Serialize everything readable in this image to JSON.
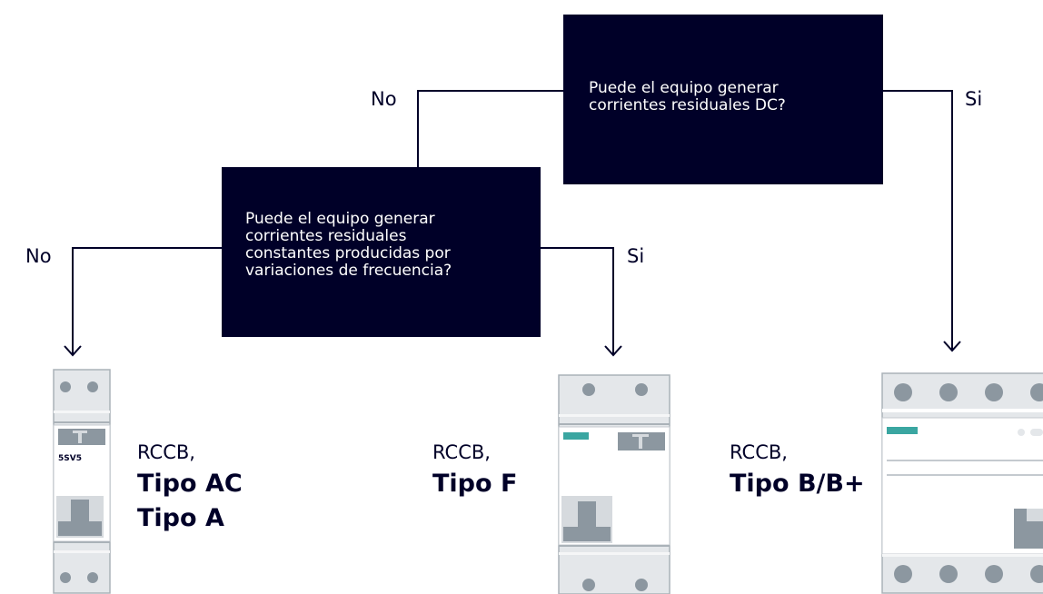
{
  "questions": {
    "q1": "Puede el equipo generar\ncorrientes residuales DC?",
    "q2": "Puede el equipo generar\ncorrientes residuales\nconstantes producidas por\nvariaciones de frecuencia?"
  },
  "branches": {
    "q1_no": "No",
    "q1_si": "Si",
    "q2_no": "No",
    "q2_si": "Si"
  },
  "results": [
    {
      "prefix": "RCCB,",
      "types": [
        "Tipo AC",
        "Tipo A"
      ],
      "device_marking": "5SV5"
    },
    {
      "prefix": "RCCB,",
      "types": [
        "Tipo F"
      ]
    },
    {
      "prefix": "RCCB,",
      "types": [
        "Tipo B/B+"
      ]
    }
  ],
  "colors": {
    "box": "#000028",
    "line": "#000028",
    "accent": "#3aa6a1",
    "device_gray": "#d6dade",
    "device_dark": "#8c97a0"
  }
}
